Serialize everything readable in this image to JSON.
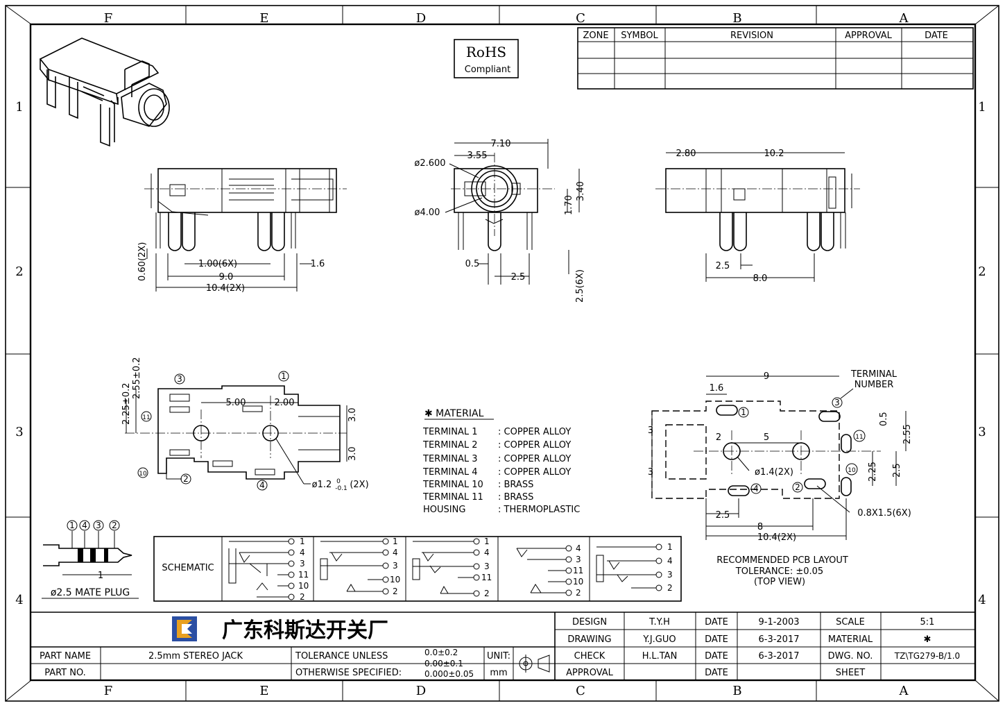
{
  "border": {
    "columns": [
      "F",
      "E",
      "D",
      "C",
      "B",
      "A"
    ],
    "rows": [
      "1",
      "2",
      "3",
      "4"
    ]
  },
  "rohs": {
    "title": "RoHS",
    "subtitle": "Compliant"
  },
  "revision_table": {
    "headers": [
      "ZONE",
      "SYMBOL",
      "REVISION",
      "APPROVAL",
      "DATE"
    ]
  },
  "front_view": {
    "dims": [
      "0.60(2X)",
      "1.00(6X)",
      "1.6",
      "9.0",
      "10.4(2X)"
    ]
  },
  "side_view": {
    "dims": [
      "7.10",
      "3.55",
      "ø2.600",
      "ø4.00",
      "3.40",
      "1.70",
      "0.5",
      "2.5",
      "2.5(6X)"
    ]
  },
  "rear_view": {
    "dims": [
      "2.80",
      "10.2",
      "2.5",
      "8.0"
    ]
  },
  "top_view": {
    "dims": [
      "2.25±0.2",
      "2.55±0.2",
      "5.00",
      "2.00",
      "3.0",
      "3.0",
      "ø1.2",
      "0",
      "-0.1",
      "(2X)"
    ],
    "terminals": [
      "1",
      "2",
      "3",
      "4",
      "10",
      "11"
    ]
  },
  "material": {
    "title": "✱ MATERIAL",
    "rows": [
      {
        "name": "TERMINAL  1",
        "value": ": COPPER  ALLOY"
      },
      {
        "name": "TERMINAL  2",
        "value": ": COPPER  ALLOY"
      },
      {
        "name": "TERMINAL  3",
        "value": ": COPPER  ALLOY"
      },
      {
        "name": "TERMINAL  4",
        "value": ": COPPER  ALLOY"
      },
      {
        "name": "TERMINAL 10",
        "value": ": BRASS"
      },
      {
        "name": "TERMINAL 11",
        "value": ": BRASS"
      },
      {
        "name": "HOUSING",
        "value": ": THERMOPLASTIC"
      }
    ]
  },
  "pcb_layout": {
    "dims": [
      "9",
      "1.6",
      "2",
      "5",
      "ø1.4(2X)",
      "3",
      "3",
      "0.5",
      "2.55",
      "2.25",
      "2.5",
      "2.5",
      "8",
      "10.4(2X)",
      "0.8X1.5(6X)"
    ],
    "terminal_label": [
      "TERMINAL",
      "NUMBER"
    ],
    "terminals": [
      "1",
      "2",
      "3",
      "4",
      "10",
      "11"
    ],
    "caption": [
      "RECOMMENDED PCB LAYOUT",
      "TOLERANCE: ±0.05",
      "(TOP VIEW)"
    ]
  },
  "plug": {
    "labels": [
      "1",
      "4",
      "3",
      "2"
    ],
    "dim": "1",
    "caption": "ø2.5 MATE PLUG"
  },
  "schematic": {
    "title": "SCHEMATIC",
    "panels": [
      [
        "1",
        "4",
        "3",
        "11",
        "10",
        "2"
      ],
      [
        "1",
        "4",
        "3",
        "10",
        "2"
      ],
      [
        "1",
        "4",
        "3",
        "11",
        "2"
      ],
      [
        "4",
        "3",
        "11",
        "10",
        "2"
      ],
      [
        "1",
        "4",
        "3",
        "2"
      ]
    ]
  },
  "title_block": {
    "company": "广东科斯达开关厂",
    "design_label": "DESIGN",
    "design": "T.Y.H",
    "drawing_label": "DRAWING",
    "drawing": "Y.J.GUO",
    "check_label": "CHECK",
    "check": "H.L.TAN",
    "approval_label": "APPROVAL",
    "date_label": "DATE",
    "design_date": "9-1-2003",
    "drawing_date": "6-3-2017",
    "check_date": "6-3-2017",
    "scale_label": "SCALE",
    "scale": "5:1",
    "material_label": "MATERIAL",
    "material": "✱",
    "dwg_label": "DWG. NO.",
    "dwg": "TZ\\TG279-B/1.0",
    "sheet_label": "SHEET",
    "part_name_label": "PART NAME",
    "part_name": "2.5mm STEREO JACK",
    "part_no_label": "PART NO.",
    "tolerance_label": "TOLERANCE UNLESS",
    "otherwise_label": "OTHERWISE SPECIFIED:",
    "tolerances": [
      "0.0±0.2",
      "0.00±0.1",
      "0.000±0.05"
    ],
    "unit_label": "UNIT:",
    "unit": "mm"
  }
}
